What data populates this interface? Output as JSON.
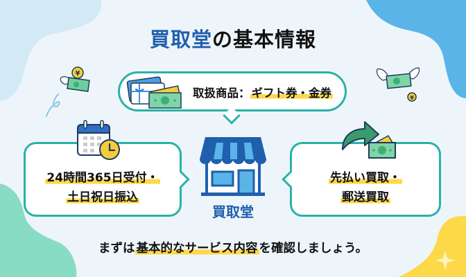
{
  "title": {
    "accent": "買取堂",
    "rest": "の基本情報"
  },
  "top_bubble": {
    "prefix": "取扱商品：",
    "highlight": "ギフト券・金券"
  },
  "left_bubble": {
    "line1": "24時間365日受付・",
    "line2": "土日祝日振込"
  },
  "right_bubble": {
    "line1": "先払い買取・",
    "line2": "郵送買取"
  },
  "store": {
    "label": "買取堂"
  },
  "footer": {
    "prefix": "まずは",
    "highlight": "基本的なサービス内容",
    "suffix": "を確認しましょう。"
  },
  "colors": {
    "accent_blue": "#1f5fae",
    "teal_border": "#27b3a5",
    "highlight_yellow": "#ffd84a",
    "background": "#eef5fa",
    "blob_blue_light": "#d3e9f6",
    "blob_blue": "#5ab4e8",
    "blob_green": "#88dcc4",
    "blob_yellow": "#fdd94a"
  },
  "icons": {
    "top_bubble": "gift-card-and-cash-icon",
    "left_bubble": "calendar-clock-icon",
    "right_bubble": "arrow-cash-icon",
    "center": "storefront-icon",
    "decor_left": "flying-money-coin-icon",
    "decor_right": "flying-money-coin-icon",
    "sparkle": "sparkle-icon"
  }
}
